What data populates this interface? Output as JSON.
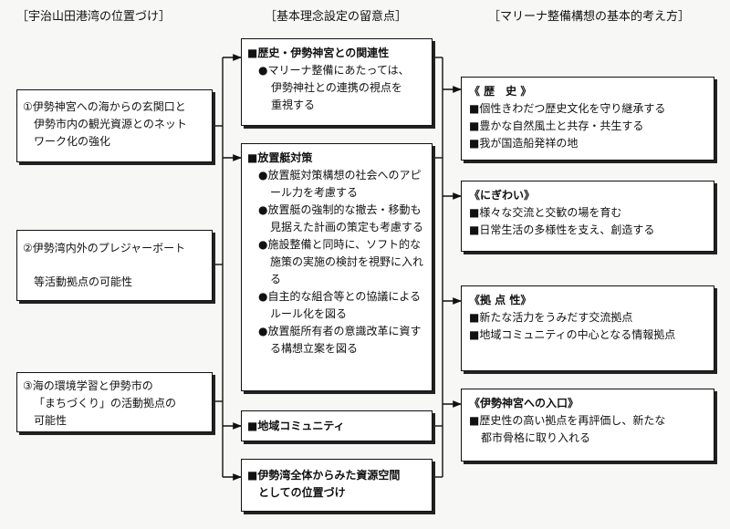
{
  "headers": {
    "left": "［宇治山田港湾の位置づけ］",
    "middle": "［基本理念設定の留意点］",
    "right": "［マリーナ整備構想の基本的考え方］"
  },
  "left": {
    "box1": [
      "①伊勢神宮への海からの玄関口と",
      "伊勢市内の観光資源とのネット",
      "ワーク化の強化"
    ],
    "box2": [
      "②伊勢湾内外のプレジャーボート",
      "等活動拠点の可能性"
    ],
    "box3": [
      "③海の環境学習と伊勢市の",
      "「まちづくり」の活動拠点の",
      "可能性"
    ]
  },
  "middle": {
    "box1": {
      "title": "■歴史・伊勢神宮との関連性",
      "lines": [
        "●マリーナ整備にあたっては、",
        "伊勢神社との連携の視点を",
        "重視する"
      ]
    },
    "box2": {
      "title": "■放置艇対策",
      "items": [
        "●放置艇対策構想の社会へのアピール力を考慮する",
        "●放置艇の強制的な撤去・移動も見据えた計画の策定も考慮する",
        "●施設整備と同時に、ソフト的な施策の実施の検討を視野に入れる",
        "●自主的な組合等との協議によるルール化を図る",
        "●放置艇所有者の意識改革に資する構想立案を図る"
      ]
    },
    "box3": {
      "title": "■地域コミュニティ"
    },
    "box4": {
      "title_lines": [
        "■伊勢湾全体からみた資源空間",
        "としての位置づけ"
      ]
    }
  },
  "right": {
    "box1": {
      "title": "《 歴　史 》",
      "items": [
        "■個性きわだつ歴史文化を守り継承する",
        "■豊かな自然風土と共存・共生する",
        "■我が国造船発祥の地"
      ]
    },
    "box2": {
      "title": "《にぎわい》",
      "items": [
        "■様々な交流と交歓の場を育む",
        "■日常生活の多様性を支え、創造する"
      ]
    },
    "box3": {
      "title": "《拠 点 性》",
      "items": [
        "■新たな活力をうみだす交流拠点",
        "■地域コミュニティの中心となる情報拠点"
      ]
    },
    "box4": {
      "title": "《伊勢神宮への入口》",
      "lines": [
        "■歴史性の高い拠点を再評価し、新たな",
        "都市骨格に取り入れる"
      ]
    }
  }
}
